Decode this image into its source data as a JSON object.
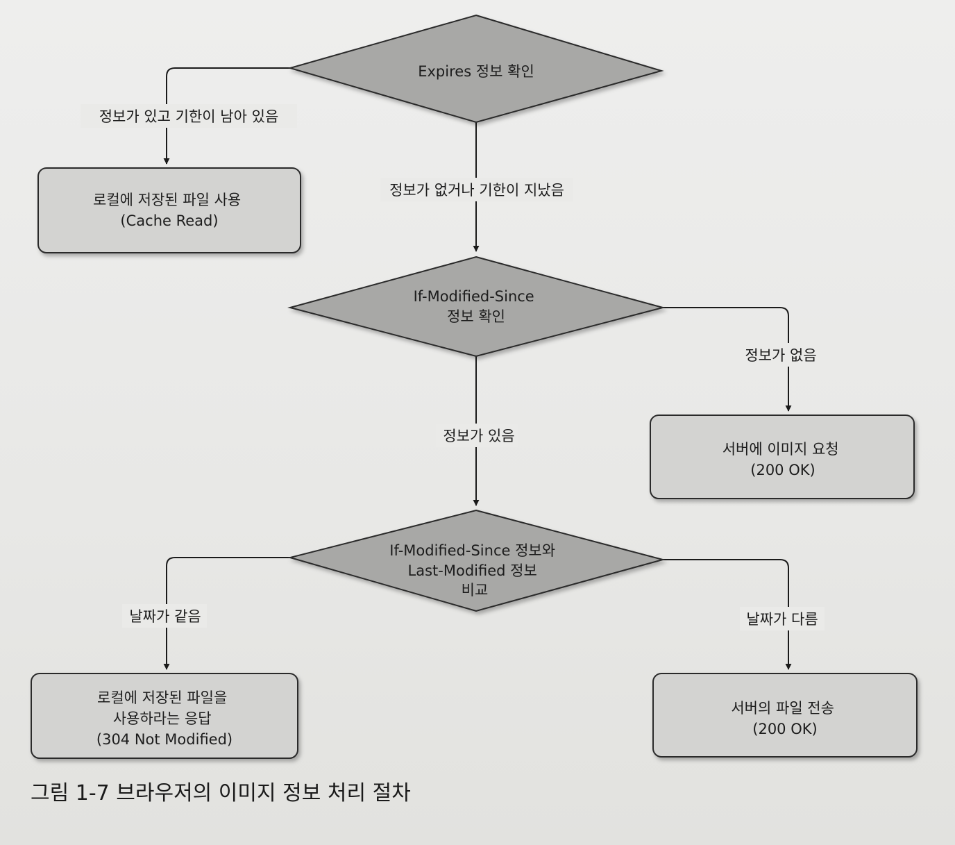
{
  "nodes": {
    "expires": {
      "lines": [
        "Expires 정보 확인"
      ]
    },
    "cache_read": {
      "lines": [
        "로컬에 저장된 파일 사용",
        "(Cache Read)"
      ]
    },
    "if_modified": {
      "lines": [
        "If-Modified-Since",
        "정보 확인"
      ]
    },
    "request_image": {
      "lines": [
        "서버에 이미지 요청",
        "(200 OK)"
      ]
    },
    "compare": {
      "lines": [
        "If-Modified-Since 정보와",
        "Last-Modified 정보",
        "비교"
      ]
    },
    "not_modified": {
      "lines": [
        "로컬에 저장된 파일을",
        "사용하라는 응답",
        "(304 Not Modified)"
      ]
    },
    "send_file": {
      "lines": [
        "서버의 파일 전송",
        "(200 OK)"
      ]
    }
  },
  "edges": {
    "has_info_valid": "정보가 있고 기한이 남아 있음",
    "no_info_expired": "정보가 없거나 기한이 지났음",
    "no_info": "정보가 없음",
    "has_info": "정보가 있음",
    "same_date": "날짜가 같음",
    "diff_date": "날짜가 다름"
  },
  "caption": "그림 1-7 브라우저의 이미지 정보 처리 절차"
}
